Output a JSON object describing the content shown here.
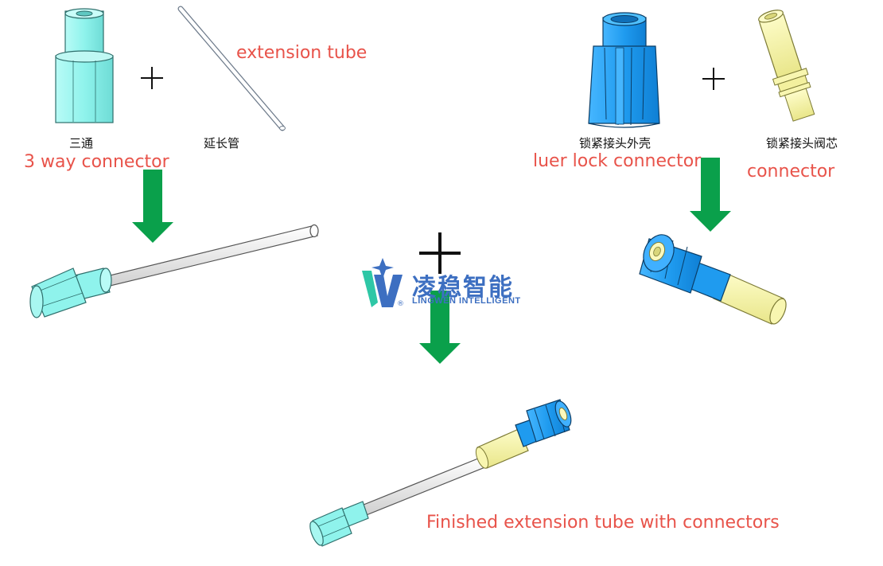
{
  "labels": {
    "three_way_cn": "三通",
    "three_way_en": "3 way connector",
    "extension_tube_cn": "延长管",
    "extension_tube_en": "extension tube",
    "luer_shell_cn": "锁紧接头外壳",
    "luer_lock_en": "luer lock connector",
    "luer_core_cn": "锁紧接头阀芯",
    "connector_en": "connector",
    "finished_en": "Finished extension tube with connectors"
  },
  "logo": {
    "name_cn": "凌稳智能",
    "name_en": "LINGWEN INTELLIGENT",
    "registered": "®"
  },
  "symbols": {
    "plus": "+"
  },
  "colors": {
    "label_red": "#e8534a",
    "arrow_green": "#0aa04b",
    "cyan_part": "#8ff3ec",
    "blue_part": "#1f9bef",
    "yellow_part": "#f6f4a6",
    "tube_gray": "#e9e9e9",
    "logo_blue": "#3d6fc1"
  }
}
